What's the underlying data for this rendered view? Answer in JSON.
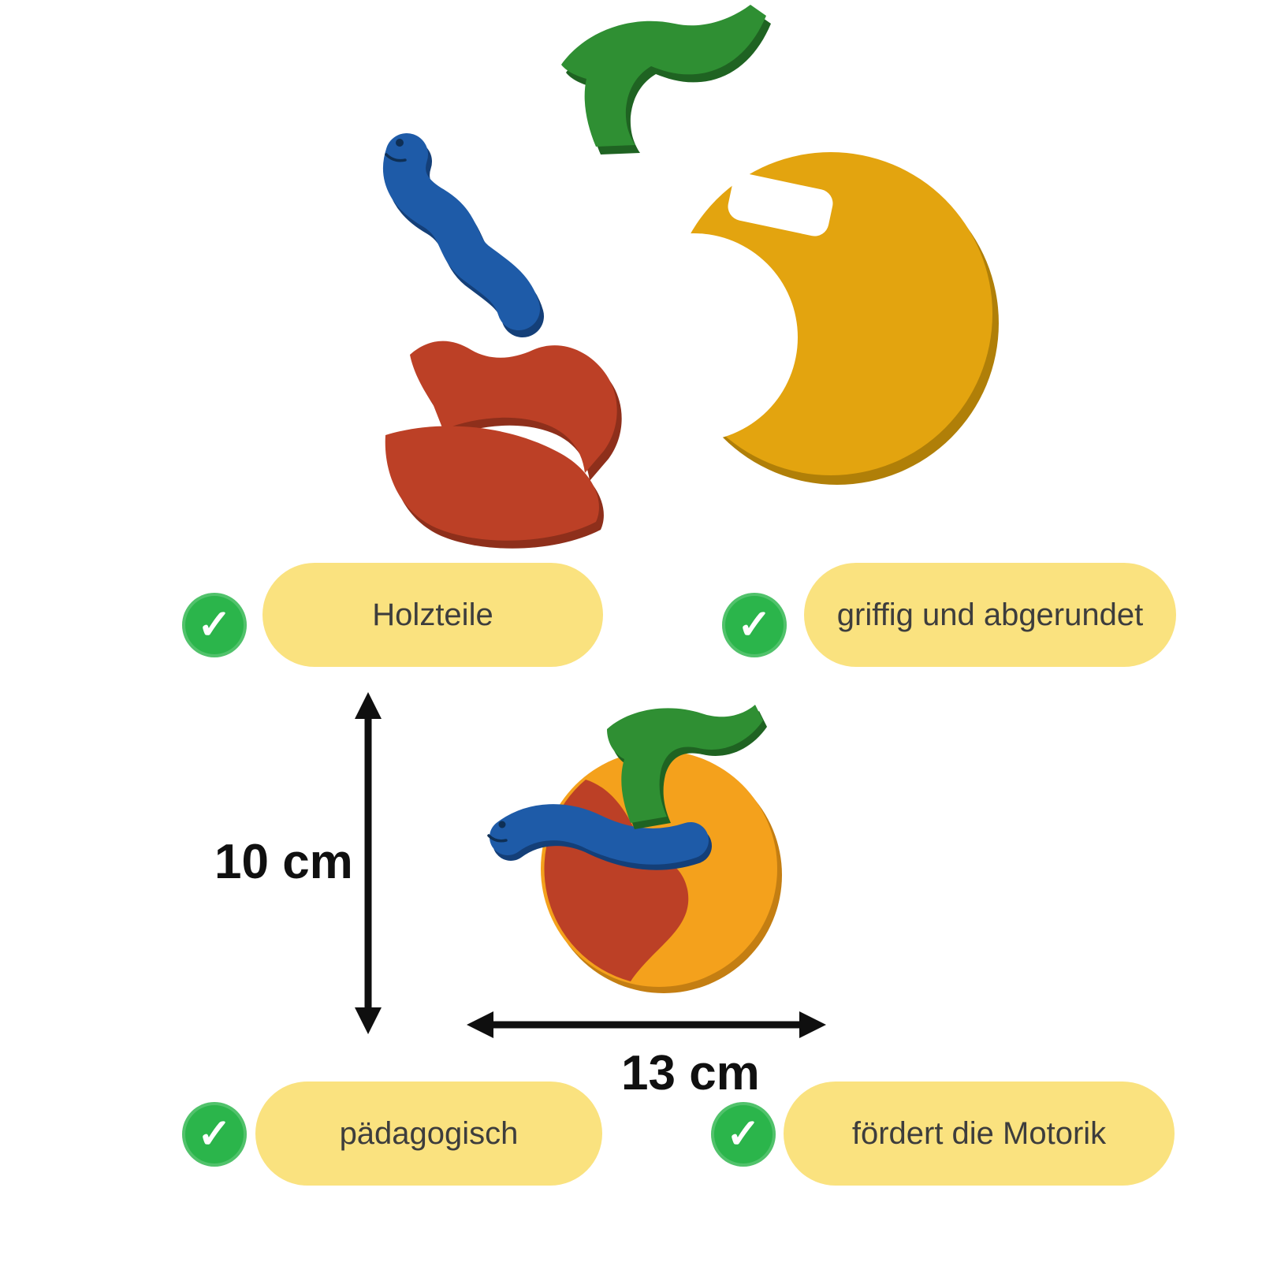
{
  "badges": [
    {
      "label": "Holzteile"
    },
    {
      "label": "griffig und abgerundet"
    },
    {
      "label": "pädagogisch"
    },
    {
      "label": "fördert die Motorik"
    }
  ],
  "dimensions": {
    "height_label": "10 cm",
    "width_label": "13 cm"
  },
  "icons": {
    "check": "✓"
  },
  "pieces": {
    "scattered": [
      "green-stem-piece",
      "blue-worm-piece",
      "yellow-apple-outer-piece",
      "red-apple-inner-piece"
    ],
    "assembled": "apple-with-worm-wooden-puzzle"
  },
  "colors": {
    "background": "#FFFFFF",
    "badge_bg": "#FAE27F",
    "badge_text": "#3D3D3D",
    "check_green": "#2BB54B",
    "check_mark": "#FFFFFF",
    "piece_yellow": "#E3A40F",
    "piece_yellow_dark": "#B07F08",
    "piece_red": "#BC4026",
    "piece_red_dark": "#8E2F1B",
    "piece_blue": "#1E5BA8",
    "piece_blue_dark": "#143F78",
    "piece_green": "#2F8F33",
    "piece_green_dark": "#1F6322",
    "apple_orange": "#F4A11C",
    "apple_orange_dark": "#C47E12",
    "arrow": "#0F0F0F"
  }
}
